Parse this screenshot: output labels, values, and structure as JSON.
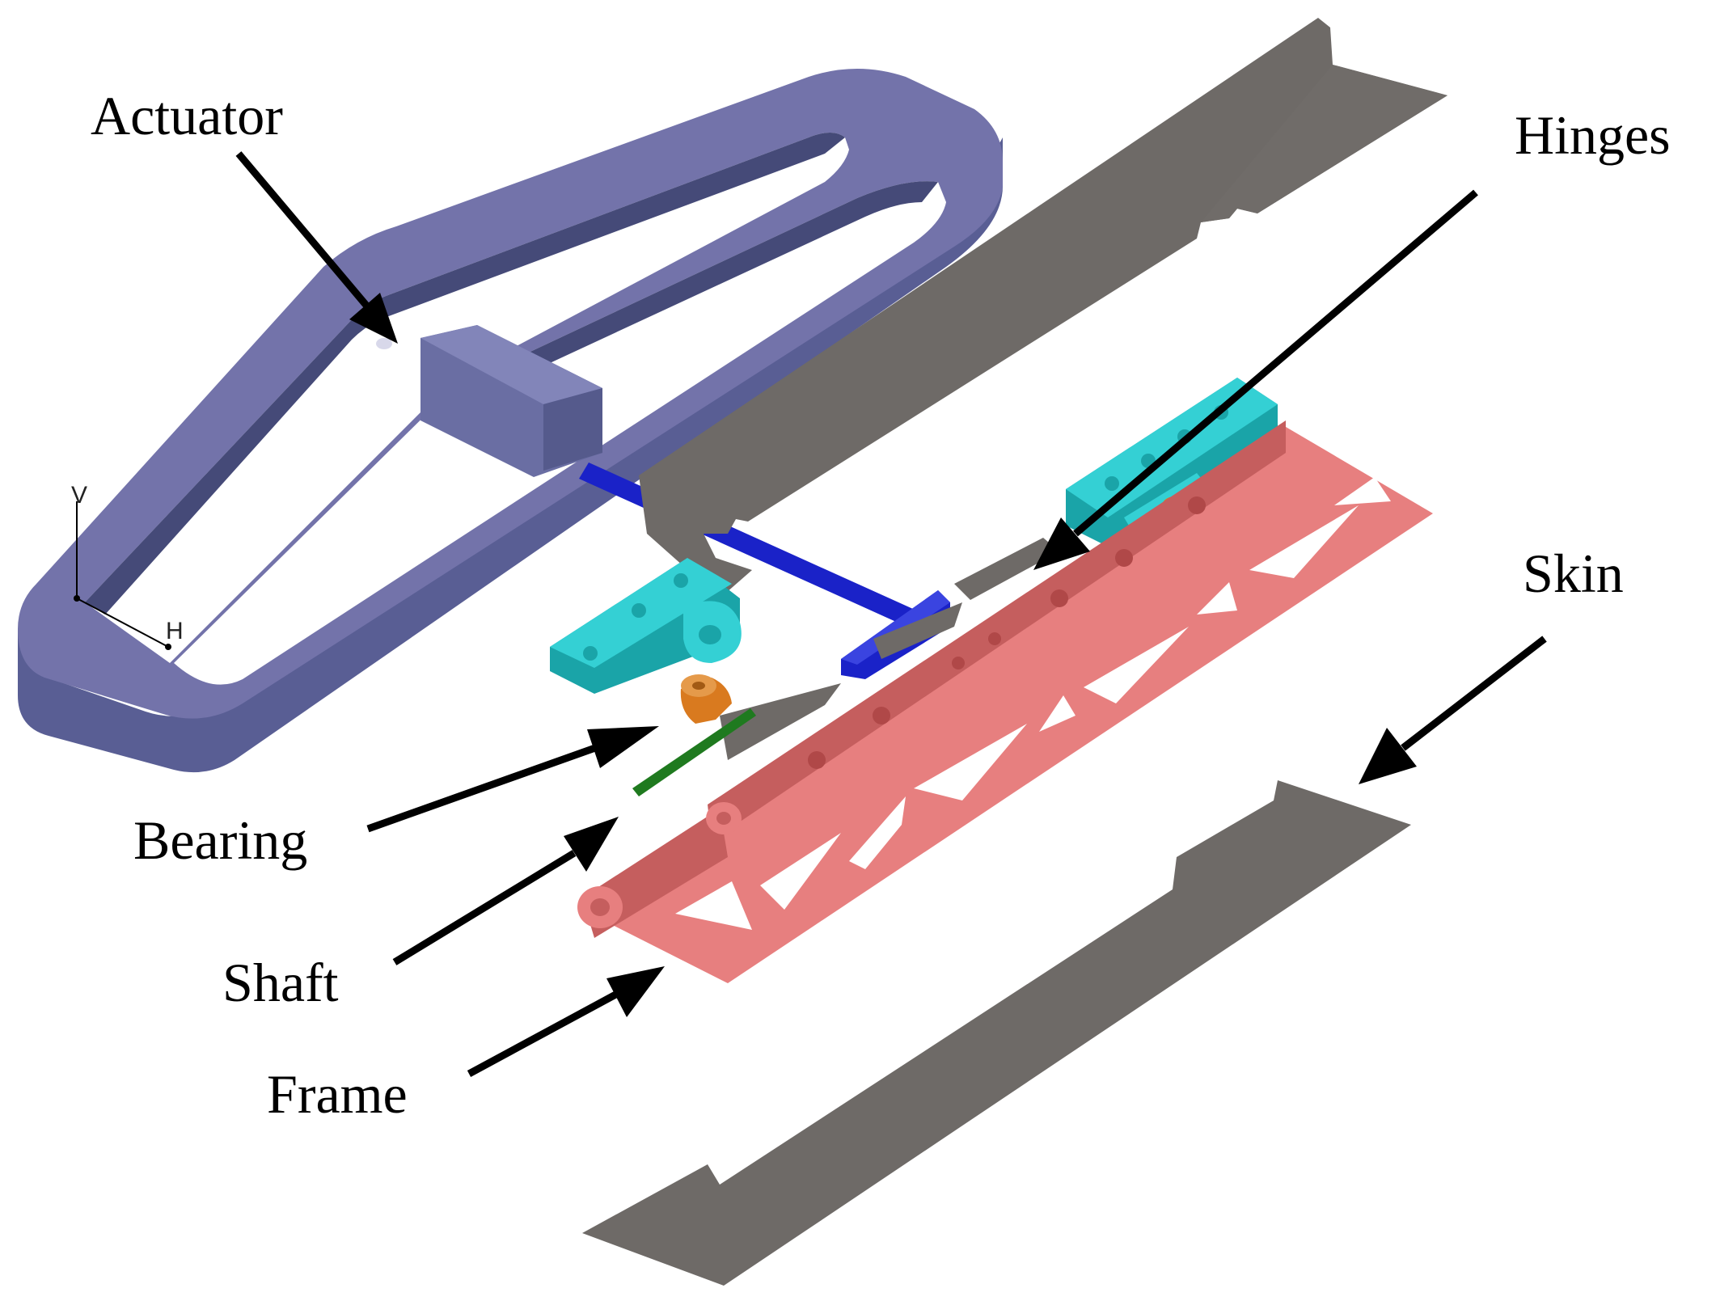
{
  "labels": {
    "actuator": "Actuator",
    "hinges": "Hinges",
    "skin": "Skin",
    "bearing": "Bearing",
    "shaft": "Shaft",
    "frame": "Frame"
  },
  "axis_triad": {
    "vertical": "V",
    "horizontal": "H"
  },
  "colors": {
    "actuator_top": "#7373aa",
    "actuator_side": "#595e94",
    "actuator_inner_shadow": "#454a78",
    "skin": "#6e6a67",
    "hinge": "#34d0d4",
    "hinge_dark": "#1aa4a8",
    "bearing": "#d97a1f",
    "shaft": "#1f7a1f",
    "frame": "#e77f7f",
    "frame_dark": "#c55e5e",
    "link_rod": "#1a22c8",
    "background": "#ffffff"
  }
}
